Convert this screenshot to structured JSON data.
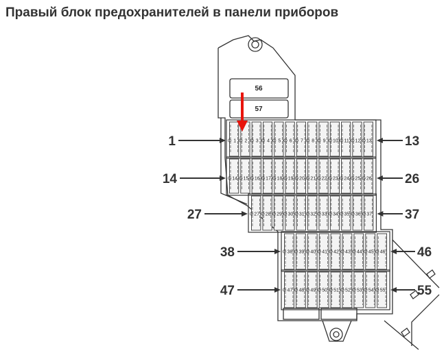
{
  "title": "Правый блок предохранителей в панели приборов",
  "relays": [
    "56",
    "57"
  ],
  "rows": [
    {
      "fuses": [
        "1",
        "2",
        "3",
        "4",
        "5",
        "6",
        "7",
        "8",
        "9",
        "10",
        "11",
        "12",
        "13"
      ],
      "left_label": "1",
      "right_label": "13"
    },
    {
      "fuses": [
        "14",
        "15",
        "16",
        "17",
        "18",
        "19",
        "20",
        "21",
        "22",
        "23",
        "24",
        "25",
        "26"
      ],
      "left_label": "14",
      "right_label": "26"
    },
    {
      "fuses": [
        "27",
        "28",
        "29",
        "30",
        "31",
        "32",
        "33",
        "34",
        "35",
        "36",
        "37"
      ],
      "left_label": "27",
      "right_label": "37"
    },
    {
      "fuses": [
        "38",
        "39",
        "40",
        "41",
        "42",
        "43",
        "44",
        "45",
        "46"
      ],
      "left_label": "38",
      "right_label": "46"
    },
    {
      "fuses": [
        "47",
        "48",
        "49",
        "50",
        "51",
        "52",
        "53",
        "54",
        "55"
      ],
      "left_label": "47",
      "right_label": "55"
    }
  ],
  "colors": {
    "line": "#333333",
    "arrow": "#e8140c",
    "fuse_fill": "#f4f4f4"
  }
}
